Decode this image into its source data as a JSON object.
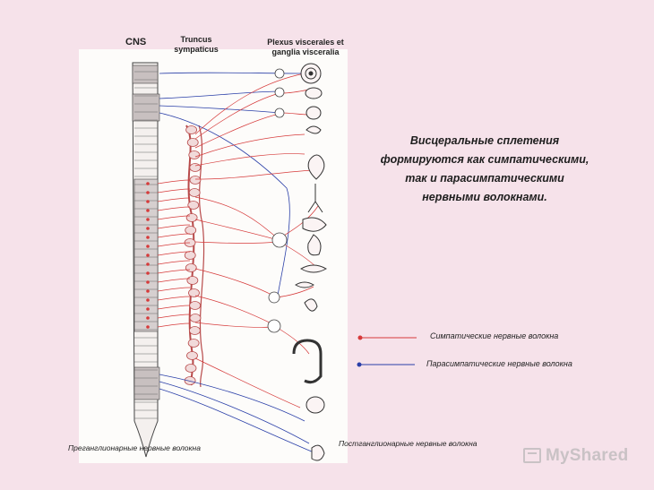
{
  "labels": {
    "cns": "CNS",
    "truncus_line1": "Truncus",
    "truncus_line2": "sympaticus",
    "plexus_line1": "Plexus viscerales et",
    "plexus_line2": "ganglia visceralia"
  },
  "main_text": {
    "line1": "Висцеральные сплетения",
    "line2": "формируются как симпатическими,",
    "line3": "так и парасимпатическими",
    "line4": "нервными волокнами."
  },
  "legend": {
    "sympathetic": "Симпатические нервные волокна",
    "parasympathetic": "Парасимпатические нервные волокна"
  },
  "bottom_labels": {
    "preganglionic": "Преганглионарные нервные волокна",
    "postganglionic": "Постганглионарные нервные волокна"
  },
  "watermark": "MyShared",
  "colors": {
    "sympathetic": "#d63a3a",
    "parasympathetic": "#2a3fa8",
    "background": "#f6e2ea",
    "panel": "#fdfcfa"
  }
}
